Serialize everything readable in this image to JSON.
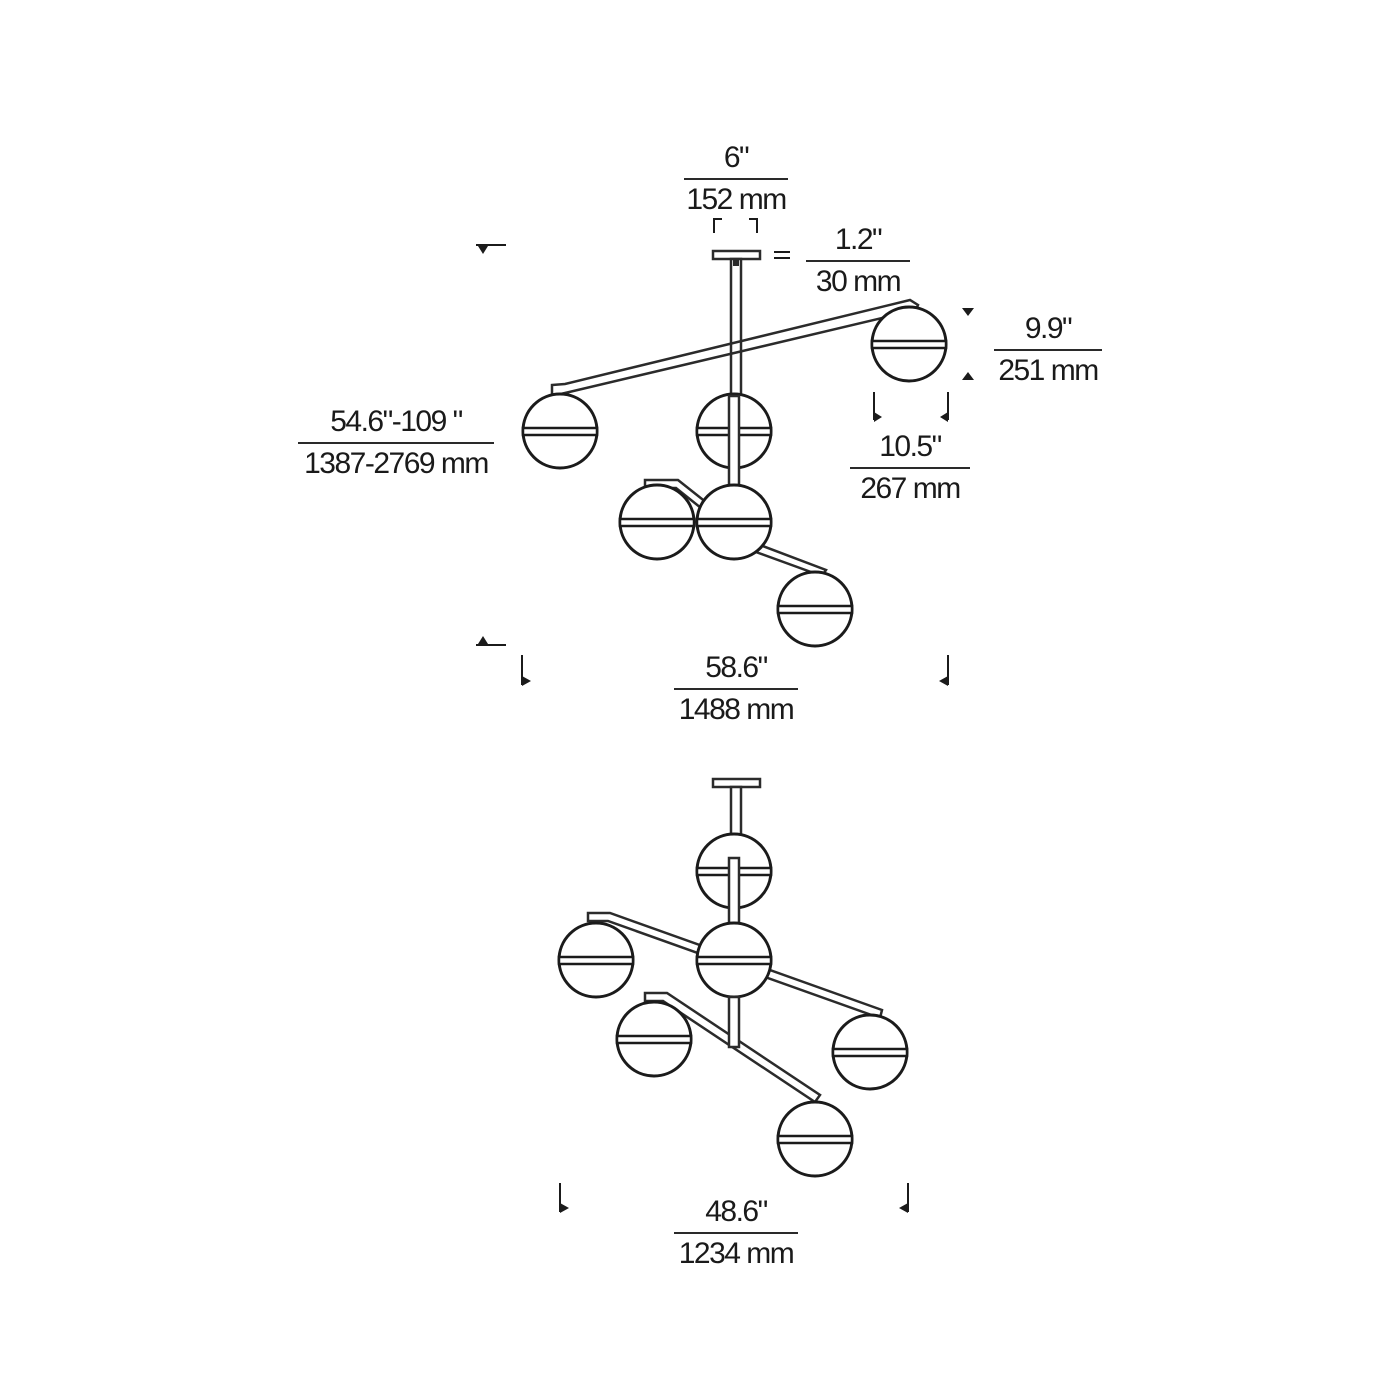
{
  "dimensions": {
    "canopy_width": {
      "imperial": "6\"",
      "metric": "152 mm"
    },
    "canopy_height": {
      "imperial": "1.2\"",
      "metric": "30 mm"
    },
    "shade_height": {
      "imperial": "9.9\"",
      "metric": "251 mm"
    },
    "overall_height": {
      "imperial": "54.6\"-109 \"",
      "metric": "1387-2769 mm"
    },
    "shade_width": {
      "imperial": "10.5\"",
      "metric": "267 mm"
    },
    "front_width": {
      "imperial": "58.6\"",
      "metric": "1488 mm"
    },
    "side_width": {
      "imperial": "48.6\"",
      "metric": "1234 mm"
    }
  },
  "colors": {
    "line": "#1b1b1b",
    "background": "#ffffff"
  }
}
